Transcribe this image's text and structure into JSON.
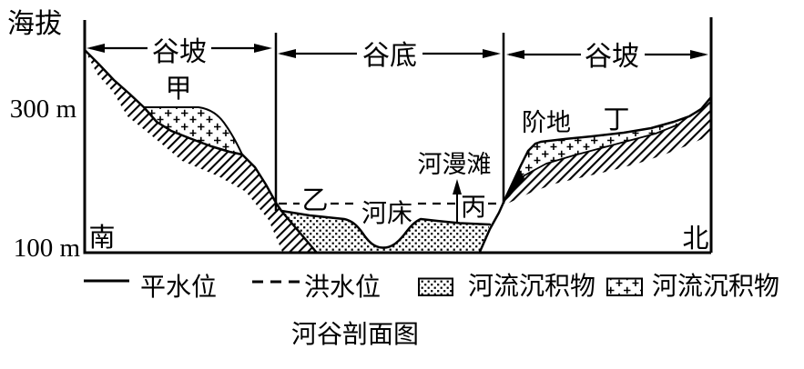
{
  "colors": {
    "ink": "#000000",
    "paper": "#ffffff"
  },
  "axis": {
    "label": "海拔",
    "tick_upper": "300 m",
    "tick_lower": "100 m"
  },
  "directions": {
    "south": "南",
    "north": "北"
  },
  "sections": {
    "left_slope": "谷坡",
    "valley_bottom": "谷底",
    "right_slope": "谷坡"
  },
  "features": {
    "jia": "甲",
    "yi": "乙",
    "bing": "丙",
    "ding": "丁",
    "riverbed": "河床",
    "floodplain": "河漫滩",
    "terrace": "阶地"
  },
  "legend": {
    "items": [
      {
        "swatch": "solid-line",
        "label": "平水位"
      },
      {
        "swatch": "dashed-line",
        "label": "洪水位"
      },
      {
        "swatch": "dotted-fill",
        "label": "河流沉积物"
      },
      {
        "swatch": "plus-fill",
        "label": "河流沉积物"
      }
    ]
  },
  "title": "河谷剖面图"
}
